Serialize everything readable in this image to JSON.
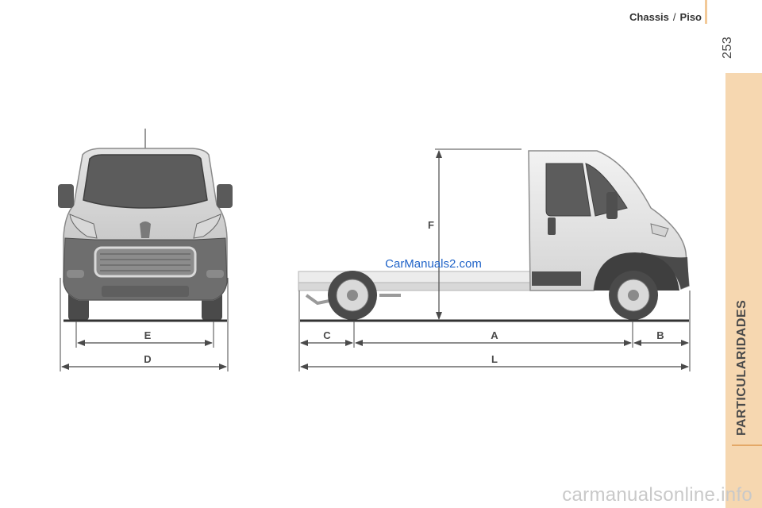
{
  "header": {
    "chapter": "Chassis",
    "separator": "/",
    "subchapter": "Piso"
  },
  "page_number": "253",
  "side_tab": {
    "label": "PARTICULARIDADES"
  },
  "dimensions": {
    "E": "E",
    "D": "D",
    "F": "F",
    "C": "C",
    "A": "A",
    "B": "B",
    "L": "L"
  },
  "watermark_mid": "CarManuals2.com",
  "footer_watermark": "carmanualsonline.info",
  "colors": {
    "tab": "#f6d7b0",
    "tab_rule": "#e4a867",
    "watermark_blue": "#1f63c8"
  }
}
